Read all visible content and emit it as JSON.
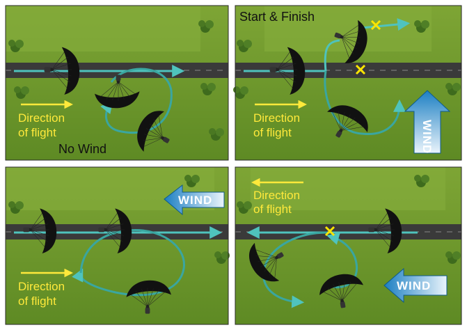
{
  "colors": {
    "grass": "#6f9a2a",
    "grass_light": "#8db33b",
    "runway": "#3b3b3b",
    "arrow_teal": "#3aa6a0",
    "label_yellow": "#ffe93b",
    "wind_blue": "#1f86c9",
    "marker": "#ffe600"
  },
  "panels": {
    "top_left": {
      "direction_line1": "Direction",
      "direction_line2": "of flight",
      "caption": "No Wind"
    },
    "top_right": {
      "title": "Start & Finish",
      "direction_line1": "Direction",
      "direction_line2": "of flight",
      "wind": "WIND"
    },
    "bottom_left": {
      "direction_line1": "Direction",
      "direction_line2": "of flight",
      "wind": "WIND"
    },
    "bottom_right": {
      "direction_line1": "Direction",
      "direction_line2": "of flight",
      "wind": "WIND"
    }
  }
}
